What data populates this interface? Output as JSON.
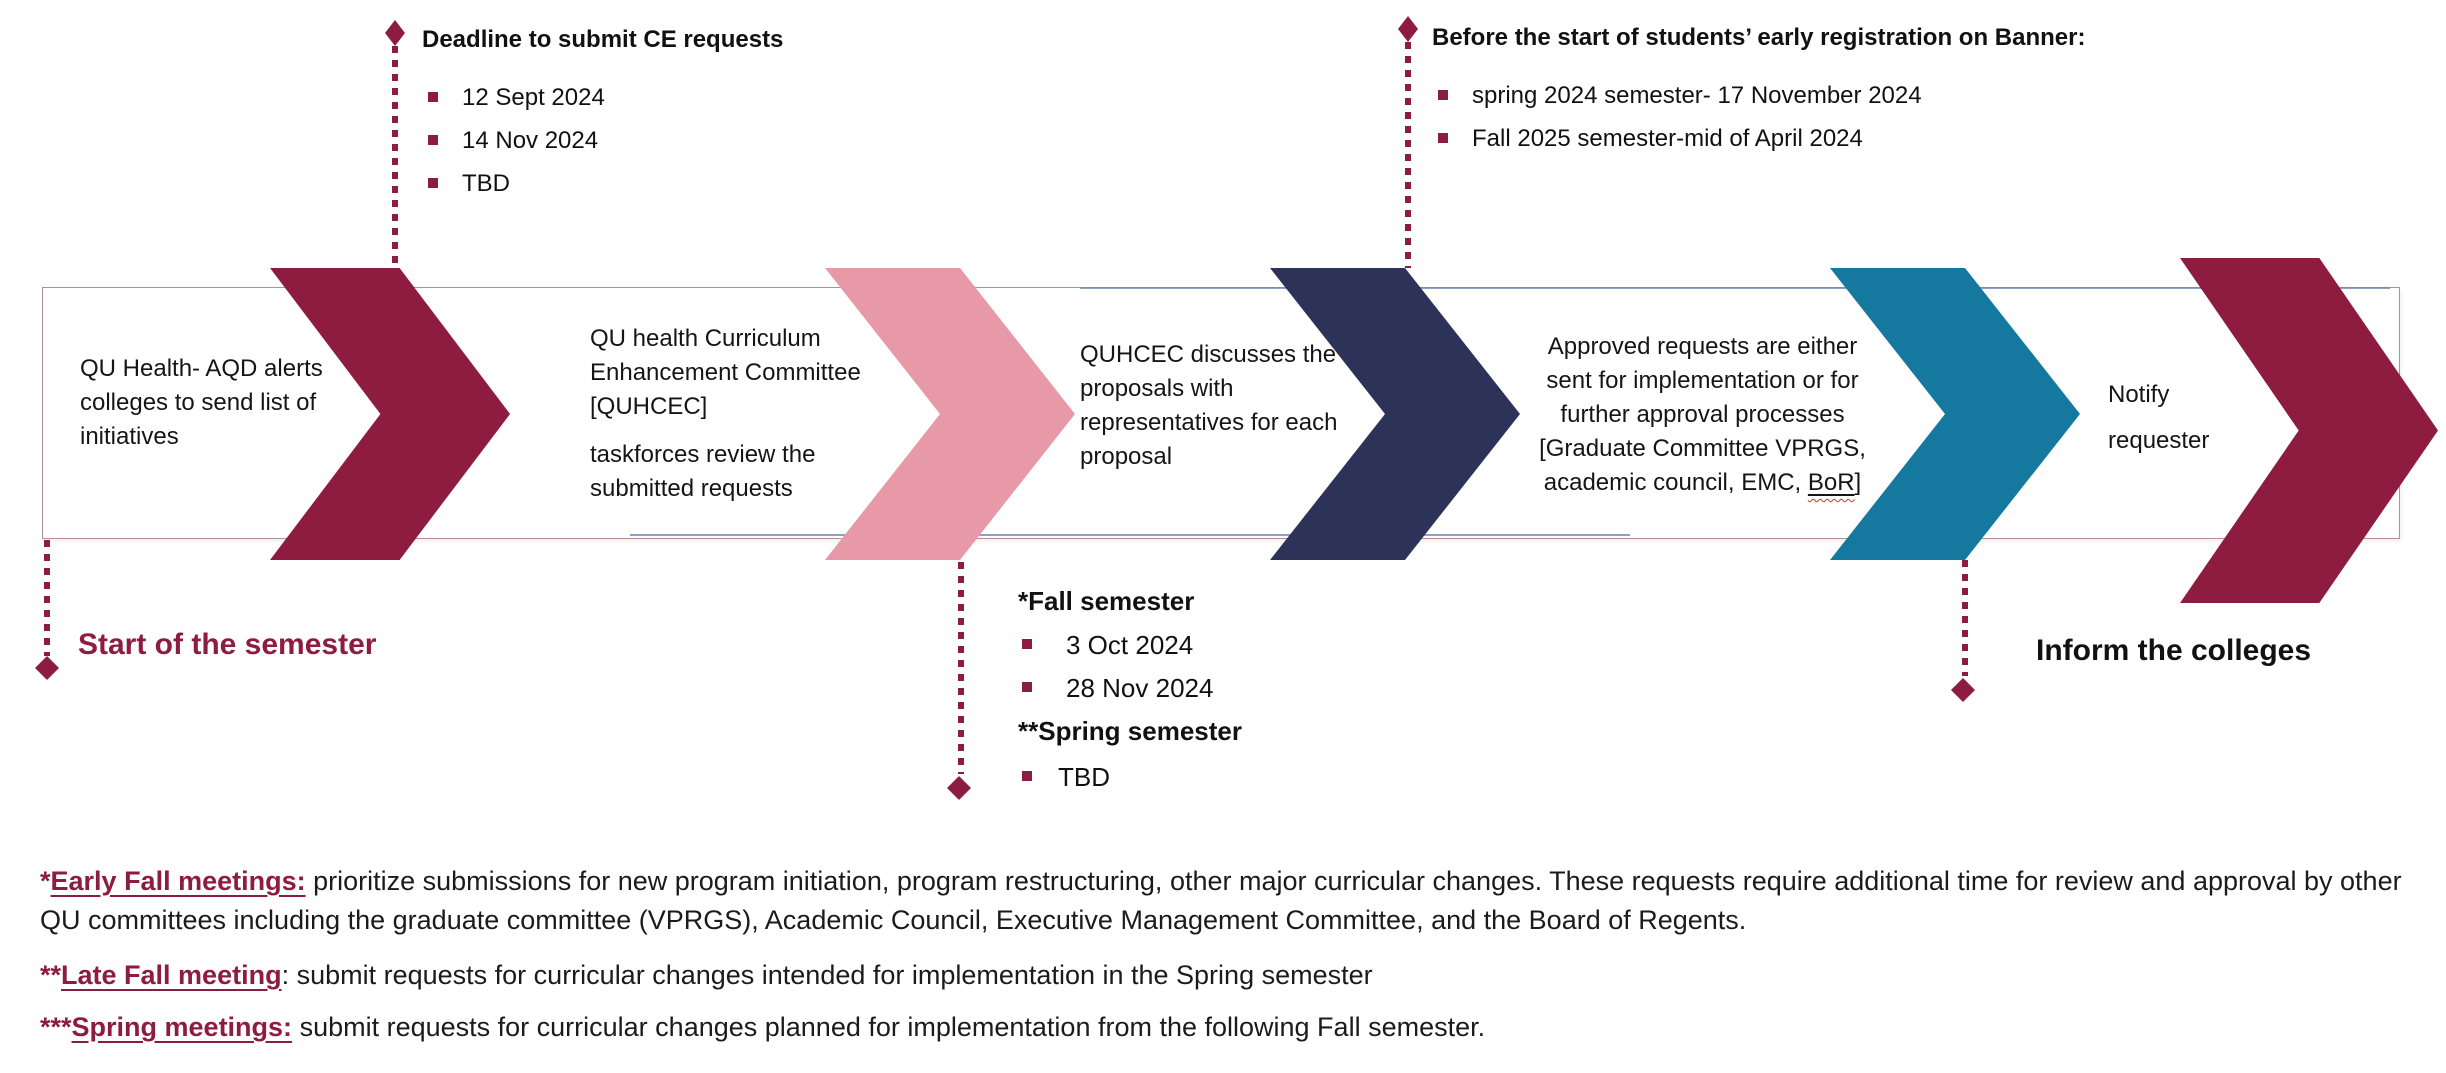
{
  "colors": {
    "maroon": "#8e1c41",
    "pink": "#e899a7",
    "navy": "#2d3258",
    "teal": "#15789e",
    "band_border": "#b2909a"
  },
  "top_callouts": {
    "deadline": {
      "title": "Deadline to submit CE requests",
      "items": [
        "12 Sept 2024",
        "14 Nov 2024",
        "TBD"
      ]
    },
    "registration": {
      "title": "Before the start of students’ early registration on Banner:",
      "items": [
        "spring 2024 semester- 17 November 2024",
        "Fall 2025 semester-mid of April 2024"
      ]
    }
  },
  "steps": [
    {
      "text": "QU Health- AQD alerts colleges to send list of initiatives"
    },
    {
      "para1": "QU health Curriculum Enhancement Committee [QUHCEC]",
      "para2": "taskforces review the submitted requests"
    },
    {
      "text": "QUHCEC discusses the proposals with representatives for each proposal"
    },
    {
      "text_before": "Approved requests are either sent for implementation or for further approval processes [Graduate Committee VPRGS, academic council, EMC, ",
      "bor": "BoR",
      "text_after": "]"
    },
    {
      "line1": "Notify",
      "line2": "requester"
    }
  ],
  "bottom_callouts": {
    "start_semester": {
      "label": "Start of the semester"
    },
    "meetings": {
      "fall_title": "*Fall semester",
      "fall_items": [
        "3 Oct 2024",
        "28 Nov 2024"
      ],
      "spring_title": "**Spring semester",
      "spring_items": [
        "TBD"
      ]
    },
    "inform": {
      "label": "Inform the colleges"
    }
  },
  "footnotes": [
    {
      "stars": "*",
      "lead": "Early Fall meetings:",
      "text": " prioritize submissions for new program initiation, program restructuring, other major curricular changes. These requests require additional time for review and approval by other QU committees including the graduate committee (VPRGS), Academic Council, Executive Management Committee, and the Board of Regents."
    },
    {
      "stars": "**",
      "lead": "Late Fall meeting",
      "text": ": submit requests for curricular changes intended for implementation in the Spring semester"
    },
    {
      "stars": "***",
      "lead": "Spring meetings:",
      "text": " submit requests for curricular changes planned for implementation from the following Fall semester."
    }
  ]
}
